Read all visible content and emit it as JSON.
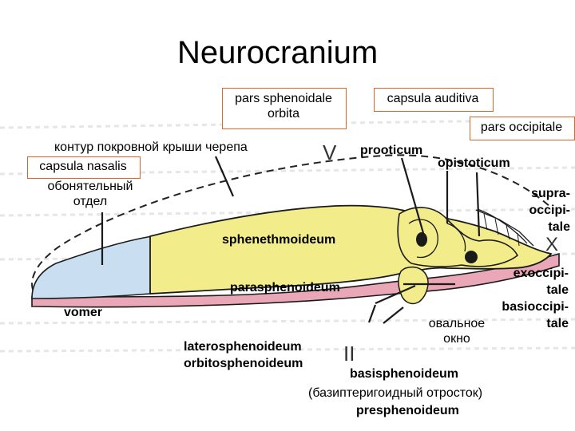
{
  "title": "Neurocranium",
  "labels": {
    "pars_sphenoidale_line1": "pars sphenoidale",
    "pars_sphenoidale_line2": "orbita",
    "capsula_auditiva": "capsula auditiva",
    "pars_occipitale": "pars occipitale",
    "kontur": "контур покровной крыши черепа",
    "capsula_nasalis": "capsula nasalis",
    "obonyatelny_line1": "обонятельный",
    "obonyatelny_line2": "отдел",
    "numeral_five": "V",
    "prooticum": "prooticum",
    "opistoticum": "opistoticum",
    "supra_line1": "supra-",
    "supra_line2": "occipi-",
    "supra_line3": "tale",
    "numeral_ten": "X",
    "sphenethmoideum": "sphenethmoideum",
    "exoccipitale_line1": "exoccipi-",
    "exoccipitale_line2": "tale",
    "basioccipitale_line1": "basioccipi-",
    "basioccipitale_line2": "tale",
    "parasphenoideum": "parasphenoideum",
    "vomer": "vomer",
    "ovalnoe_line1": "овальное",
    "ovalnoe_line2": "окно",
    "laterosphenoideum": "laterosphenoideum",
    "orbitosphenoideum": "orbitosphenoideum",
    "numeral_two": "II",
    "basisphenoideum": "basisphenoideum",
    "bazipterigoidny": "(базиптеригоидный отросток)",
    "presphenoideum": "presphenoideum"
  },
  "colors": {
    "yellow": "#f2ec8a",
    "blue": "#c9def0",
    "pink": "#e9a7b8",
    "outline": "#1a1a1a",
    "box_border": "#d9662e"
  }
}
